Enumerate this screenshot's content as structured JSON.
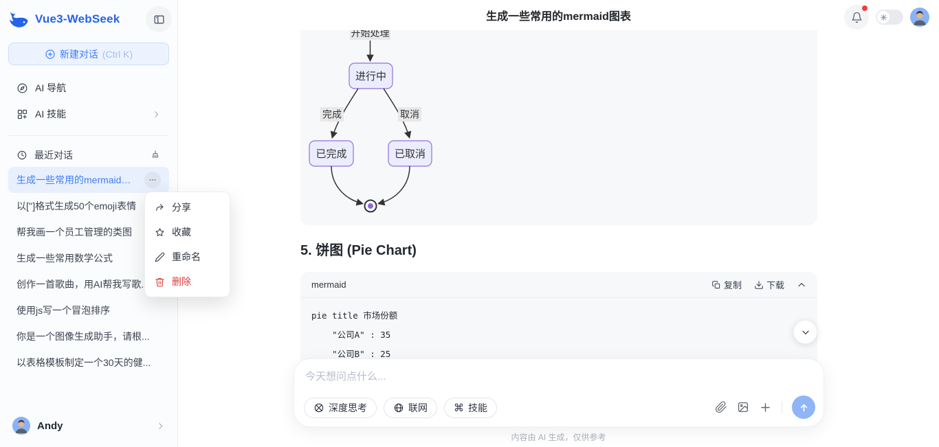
{
  "sidebar": {
    "brand": "Vue3-WebSeek",
    "new_chat": {
      "label": "新建对话",
      "shortcut": "(Ctrl K)"
    },
    "nav": [
      {
        "label": "AI 导航"
      },
      {
        "label": "AI 技能"
      }
    ],
    "recent_header": "最近对话",
    "chats": [
      {
        "label": "生成一些常用的mermaid图表"
      },
      {
        "label": "以['']格式生成50个emoji表情"
      },
      {
        "label": "帮我画一个员工管理的类图"
      },
      {
        "label": "生成一些常用数学公式"
      },
      {
        "label": "创作一首歌曲，用AI帮我写歌..."
      },
      {
        "label": "使用js写一个冒泡排序"
      },
      {
        "label": "你是一个图像生成助手，请根..."
      },
      {
        "label": "以表格模板制定一个30天的健..."
      }
    ],
    "user": {
      "name": "Andy"
    }
  },
  "context_menu": {
    "share": "分享",
    "favorite": "收藏",
    "rename": "重命名",
    "delete": "删除"
  },
  "header": {
    "title": "生成一些常用的mermaid图表"
  },
  "content": {
    "diagram": {
      "start_label": "开始处理",
      "node_in_progress": "进行中",
      "node_done": "已完成",
      "node_cancelled": "已取消",
      "edge_complete": "完成",
      "edge_cancel": "取消"
    },
    "section_heading": "5. 饼图 (Pie Chart)",
    "code_block": {
      "language": "mermaid",
      "copy_label": "复制",
      "download_label": "下载",
      "lines": [
        "pie title 市场份额",
        "    \"公司A\" : 35",
        "    \"公司B\" : 25"
      ]
    }
  },
  "composer": {
    "placeholder": "今天想问点什么...",
    "tools": [
      {
        "label": "深度思考"
      },
      {
        "label": "联网"
      },
      {
        "label": "技能"
      }
    ]
  },
  "footer_note": "内容由 AI 生成，仅供参考",
  "icons": {
    "command": "⌘"
  },
  "colors": {
    "accent": "#3b82f6",
    "danger": "#e23c3c",
    "node_fill": "#ECECFF",
    "node_border": "#9370DB",
    "send_button": "#8fb5f7",
    "active_item_bg": "#e8f0fd"
  }
}
